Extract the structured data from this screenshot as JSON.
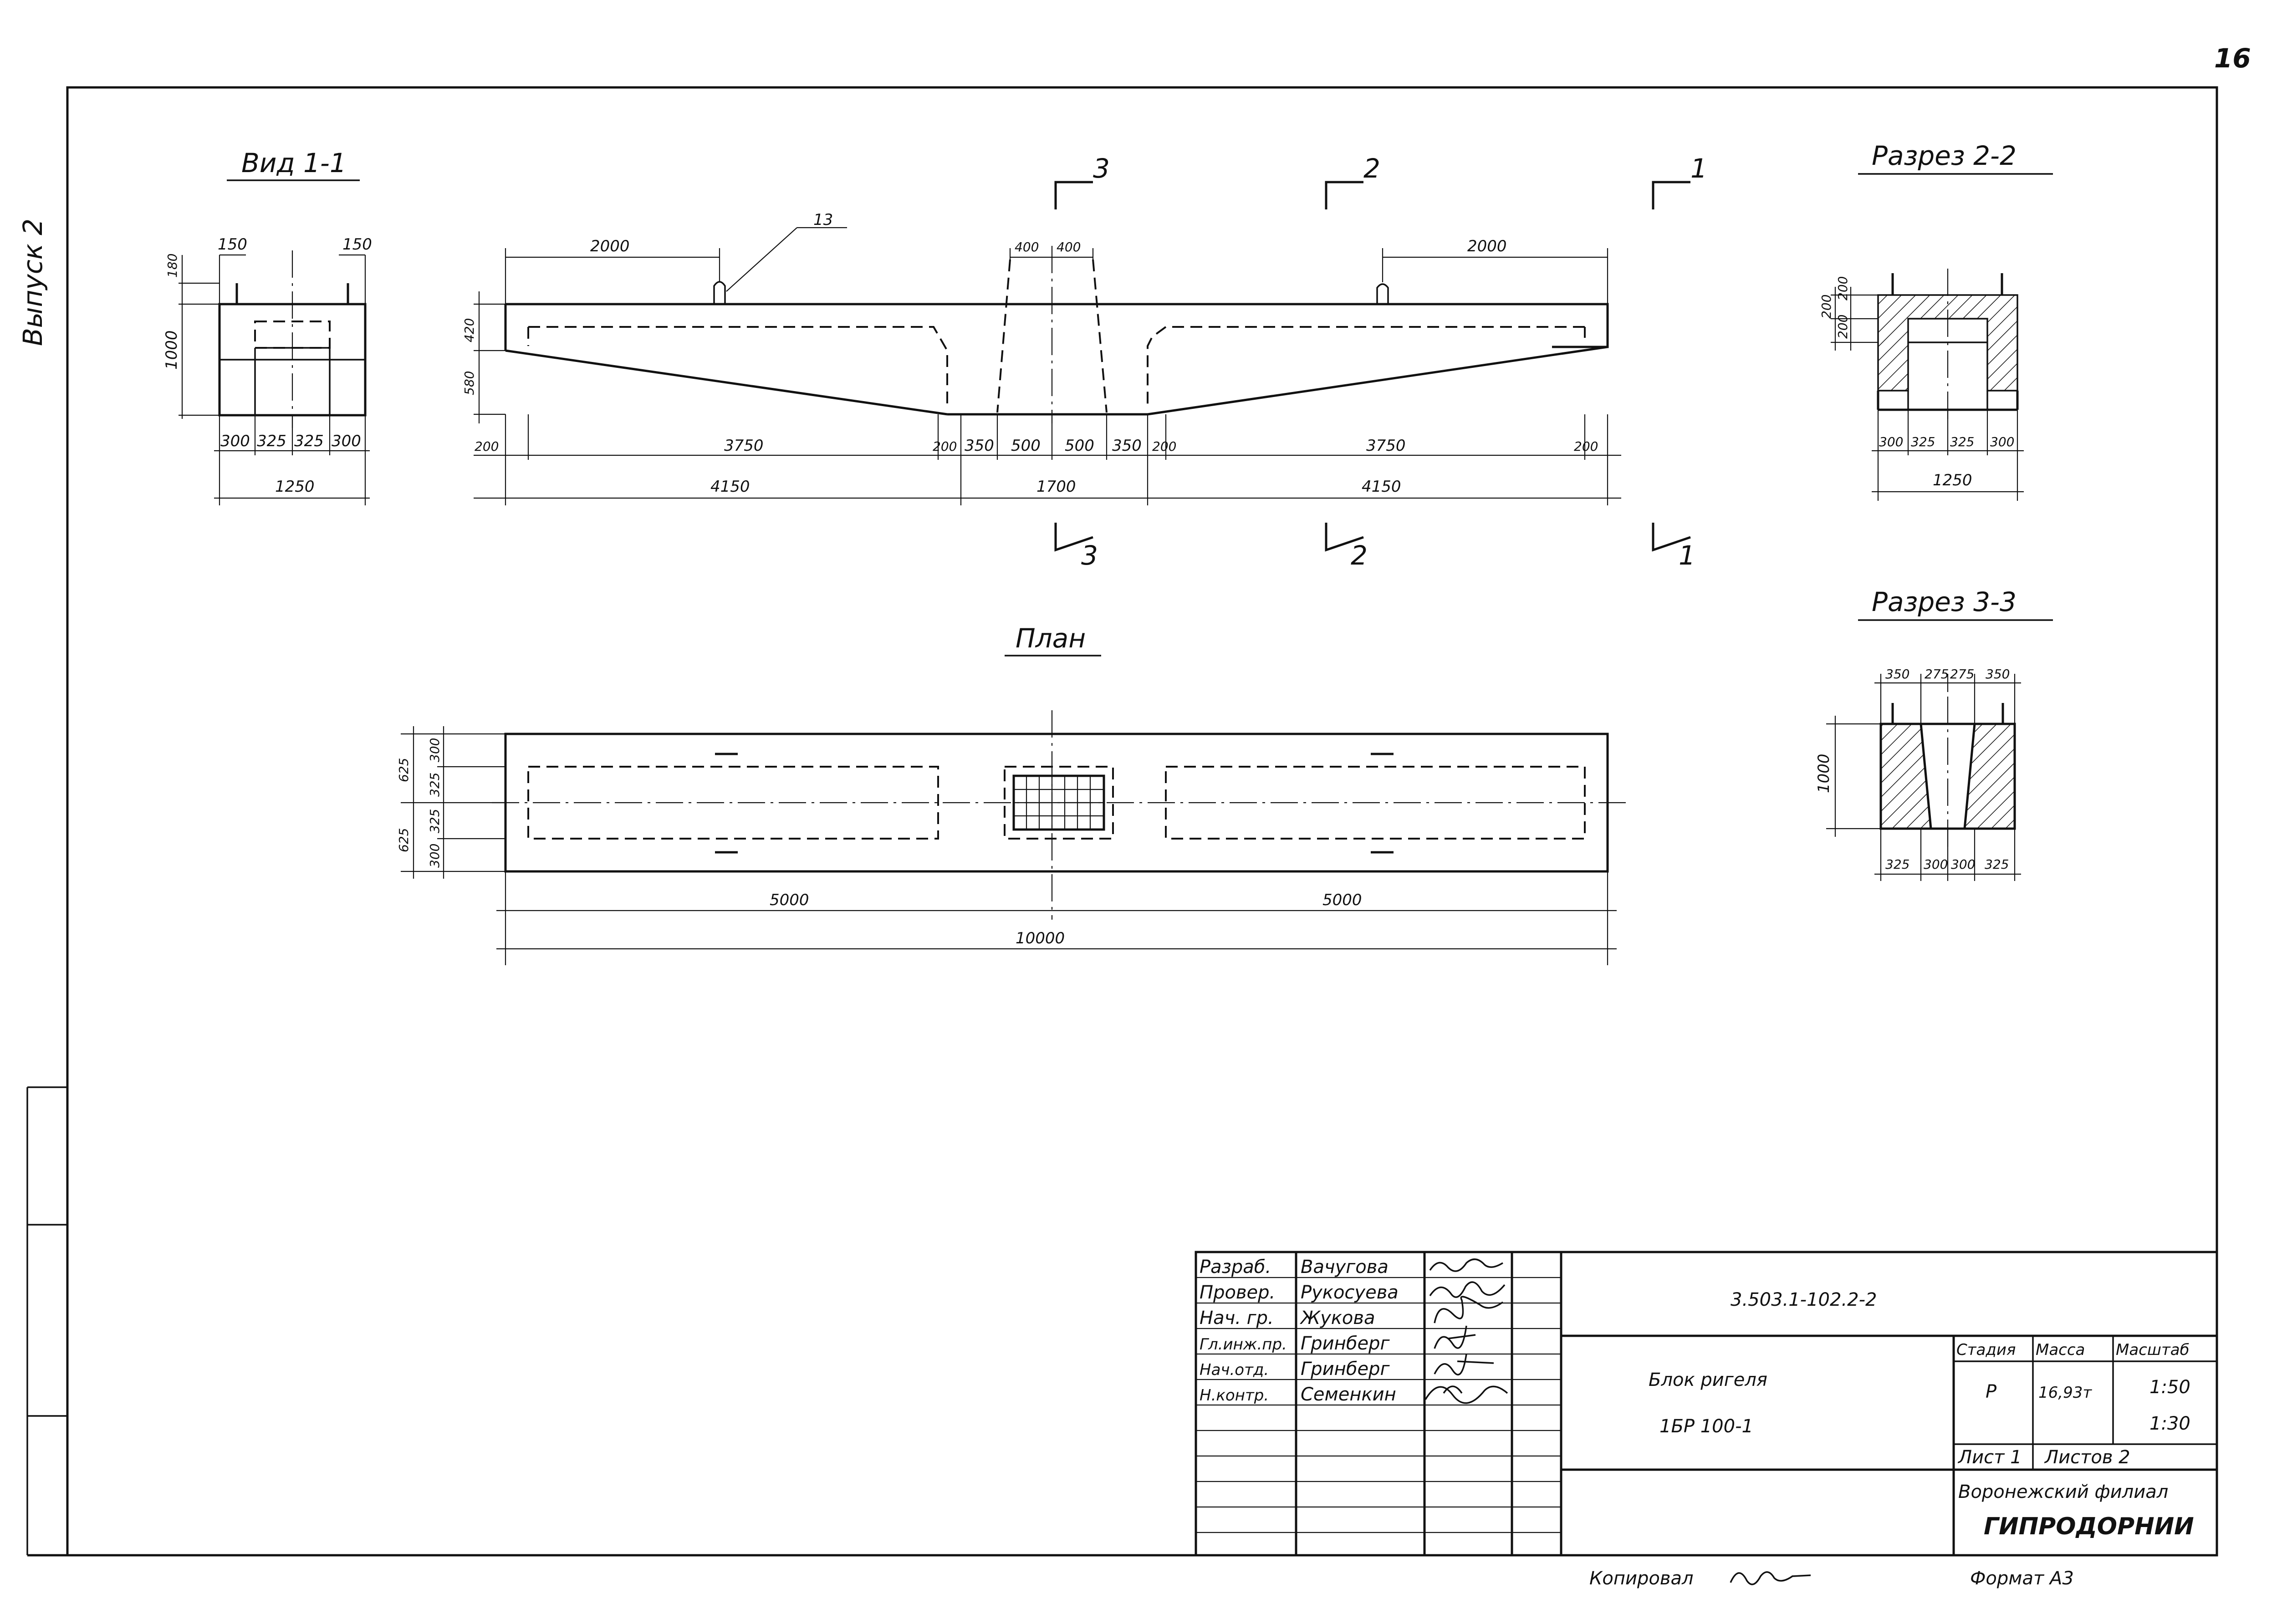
{
  "sheet": {
    "page_number": "16",
    "side_note": "Выпуск 2",
    "copied_label": "Копировал",
    "format_label": "Формат А3"
  },
  "views": {
    "view11": {
      "title": "Вид 1-1",
      "dims": [
        "150",
        "150",
        "180",
        "1000",
        "300",
        "325",
        "325",
        "300",
        "1250"
      ]
    },
    "elevation": {
      "top_dims": [
        "2000",
        "400",
        "400",
        "2000"
      ],
      "left_dims": [
        "420",
        "580"
      ],
      "callout": "13",
      "row1": [
        "200",
        "3750",
        "200",
        "350",
        "500",
        "500",
        "350",
        "200",
        "3750",
        "200"
      ],
      "row2": [
        "4150",
        "1700",
        "4150"
      ],
      "section_marks": [
        "3",
        "2",
        "1"
      ]
    },
    "plan": {
      "title": "План",
      "left_dims": [
        "625",
        "625",
        "300",
        "325",
        "325",
        "300"
      ],
      "row1": [
        "5000",
        "5000"
      ],
      "row2": [
        "10000"
      ]
    },
    "section22": {
      "title": "Разрез 2-2",
      "dims": [
        "200",
        "200",
        "200",
        "300",
        "325",
        "325",
        "300",
        "1250"
      ]
    },
    "section33": {
      "title": "Разрез 3-3",
      "dims": [
        "350",
        "275",
        "275",
        "350",
        "1000",
        "325",
        "300",
        "300",
        "325"
      ]
    }
  },
  "title_block": {
    "rows": [
      {
        "role": "Разраб.",
        "name": "Вачугова"
      },
      {
        "role": "Провер.",
        "name": "Рукосуева"
      },
      {
        "role": "Нач. гр.",
        "name": "Жукова"
      },
      {
        "role": "Гл.инж.пр.",
        "name": "Гринберг"
      },
      {
        "role": "Нач.отд.",
        "name": "Гринберг"
      },
      {
        "role": "Н.контр.",
        "name": "Семенкин"
      }
    ],
    "document_code": "3.503.1-102.2-2",
    "item_name": "Блок ригеля",
    "item_mark": "1БР 100-1",
    "headers": {
      "stage": "Стадия",
      "mass": "Масса",
      "scale": "Масштаб"
    },
    "stage": "Р",
    "mass": "16,93т",
    "scale1": "1:50",
    "scale2": "1:30",
    "sheet_label": "Лист 1",
    "sheets_label": "Листов 2",
    "org_line1": "Воронежский филиал",
    "org_line2": "ГИПРОДОРНИИ"
  }
}
